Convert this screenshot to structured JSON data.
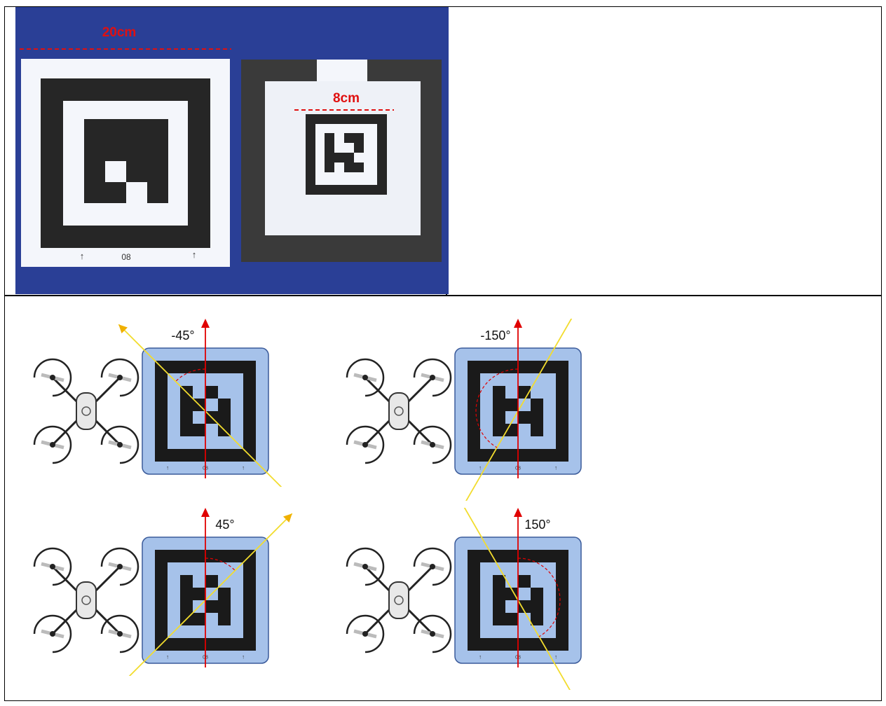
{
  "photo": {
    "large_marker_size_label": "20cm",
    "small_marker_size_label": "8cm",
    "marker_id": "08",
    "colors": {
      "background": "#2a3f96",
      "measure": "#e01010"
    }
  },
  "diagrams": [
    {
      "angle_label": "-45°",
      "heading_deg": -45
    },
    {
      "angle_label": "-150°",
      "heading_deg": -150
    },
    {
      "angle_label": "45°",
      "heading_deg": 45
    },
    {
      "angle_label": "150°",
      "heading_deg": 150
    }
  ],
  "marker_id": "08",
  "colors": {
    "reference_axis": "#e00000",
    "heading_axis": "#f2dc2e",
    "arrow_head": "#f0b000",
    "card_fill": "#a6c2ea",
    "card_border": "#3a5a9a"
  }
}
